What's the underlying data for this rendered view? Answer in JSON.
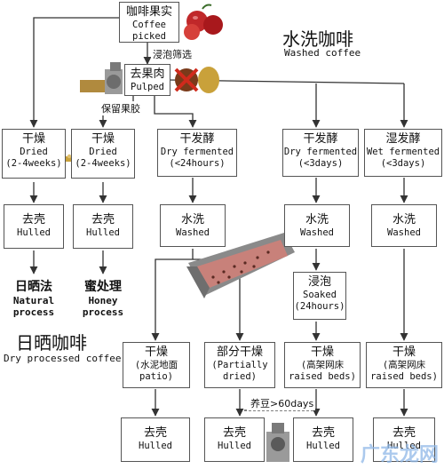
{
  "nodes": {
    "coffee": {
      "cn": "咖啡果实",
      "en1": "Coffee",
      "en2": "picked"
    },
    "pulped": {
      "cn": "去果肉",
      "en1": "Pulped",
      "en2": ""
    },
    "dried1": {
      "cn": "干燥",
      "en1": "Dried",
      "en2": "(2-4weeks)"
    },
    "dried2": {
      "cn": "干燥",
      "en1": "Dried",
      "en2": "(2-4weeks)"
    },
    "dryferm1": {
      "cn": "干发酵",
      "en1": "Dry fermented",
      "en2": "(<24hours)"
    },
    "dryferm2": {
      "cn": "干发酵",
      "en1": "Dry fermented",
      "en2": "(<3days)"
    },
    "wetferm": {
      "cn": "湿发酵",
      "en1": "Wet fermented",
      "en2": "(<3days)"
    },
    "hulled1": {
      "cn": "去壳",
      "en1": "Hulled",
      "en2": ""
    },
    "hulled2": {
      "cn": "去壳",
      "en1": "Hulled",
      "en2": ""
    },
    "washed1": {
      "cn": "水洗",
      "en1": "Washed",
      "en2": ""
    },
    "washed2": {
      "cn": "水洗",
      "en1": "Washed",
      "en2": ""
    },
    "washed3": {
      "cn": "水洗",
      "en1": "Washed",
      "en2": ""
    },
    "soaked": {
      "cn": "浸泡",
      "en1": "Soaked",
      "en2": "(24hours)"
    },
    "driedPatio": {
      "cn": "干燥",
      "en1": "(水泥地面",
      "en2": "patio)"
    },
    "partial": {
      "cn": "部分干燥",
      "en1": "(Partially",
      "en2": "dried)"
    },
    "raised1": {
      "cn": "干燥",
      "en1": "(高架网床",
      "en2": "raised beds)"
    },
    "raised2": {
      "cn": "干燥",
      "en1": "(高架网床",
      "en2": "raised beds)"
    },
    "hulled3": {
      "cn": "去壳",
      "en1": "Hulled",
      "en2": ""
    },
    "hulled4": {
      "cn": "去壳",
      "en1": "Hulled",
      "en2": ""
    },
    "hulled5": {
      "cn": "去壳",
      "en1": "Hulled",
      "en2": ""
    },
    "hulled6": {
      "cn": "去壳",
      "en1": "Hulled",
      "en2": ""
    }
  },
  "labels": {
    "washed_title_cn": "水洗咖啡",
    "washed_title_en": "Washed coffee",
    "dry_title_cn": "日晒咖啡",
    "dry_title_en": "Dry processed coffee",
    "natural_cn": "日晒法",
    "natural_en1": "Natural",
    "natural_en2": "process",
    "honey_cn": "蜜处理",
    "honey_en1": "Honey",
    "honey_en2": "process",
    "soak_screen": "浸泡筛选",
    "keep_mucilage": "保留果胶",
    "rest": "养豆>60days",
    "watermark": "广东龙网"
  },
  "colors": {
    "line": "#333333",
    "cherry": "#c0282a",
    "bean": "#c9a13a",
    "cross": "#d02a1c",
    "machine": "#8a8a8a"
  },
  "icons": [
    "coffee-cherry-icon",
    "pulping-machine-icon",
    "crossed-pulp-icon",
    "sun-icon",
    "drying-tray-icon",
    "fermentation-tank-icon",
    "huller-machine-icon"
  ]
}
